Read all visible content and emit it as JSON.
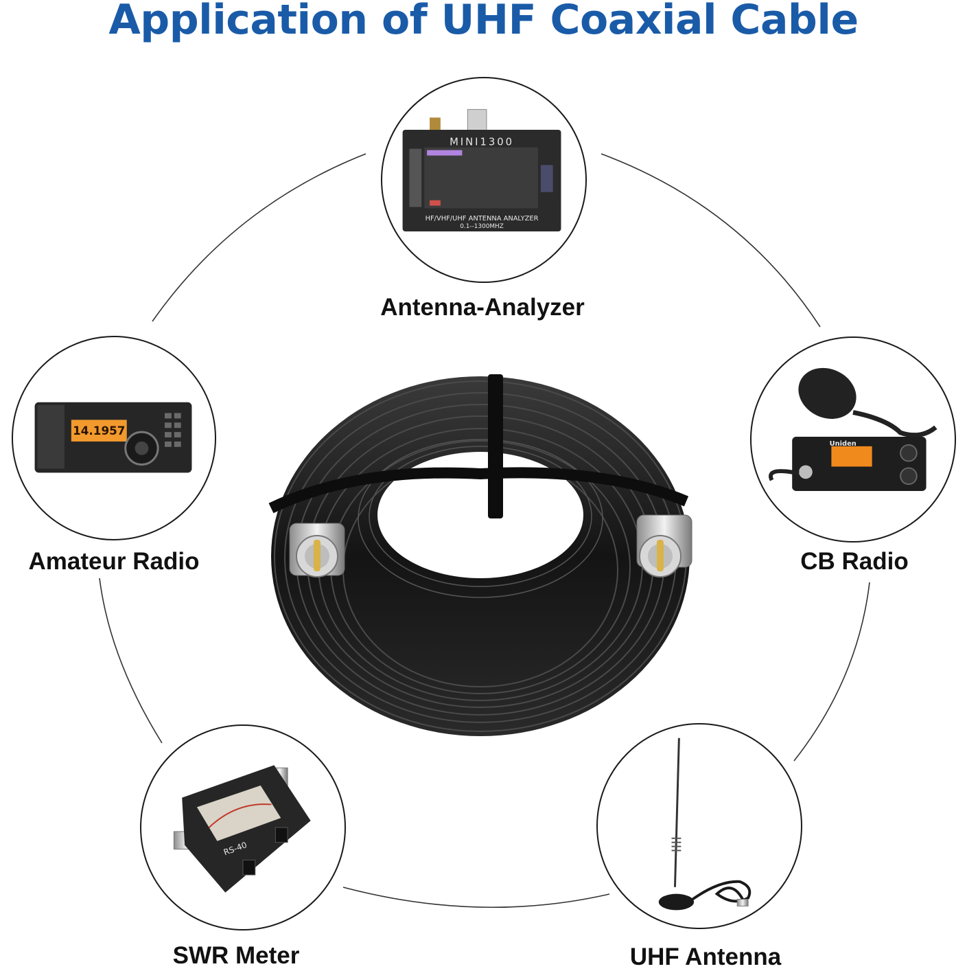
{
  "title": "Application of UHF Coaxial Cable",
  "applications": [
    {
      "label": "Antenna-Analyzer"
    },
    {
      "label": "Amateur Radio"
    },
    {
      "label": "CB Radio"
    },
    {
      "label": "SWR Meter"
    },
    {
      "label": "UHF Antenna"
    }
  ],
  "device_text": {
    "analyzer_brand": "MINI1300",
    "analyzer_caption": "HF/VHF/UHF ANTENNA ANALYZER",
    "analyzer_range": "0.1--1300MHZ",
    "radio_display": "14.1957",
    "cb_brand": "Uniden",
    "swr_model": "RS-40"
  },
  "colors": {
    "title": "#1a5ba8",
    "text": "#111111",
    "cable": "#1b1b1b"
  }
}
